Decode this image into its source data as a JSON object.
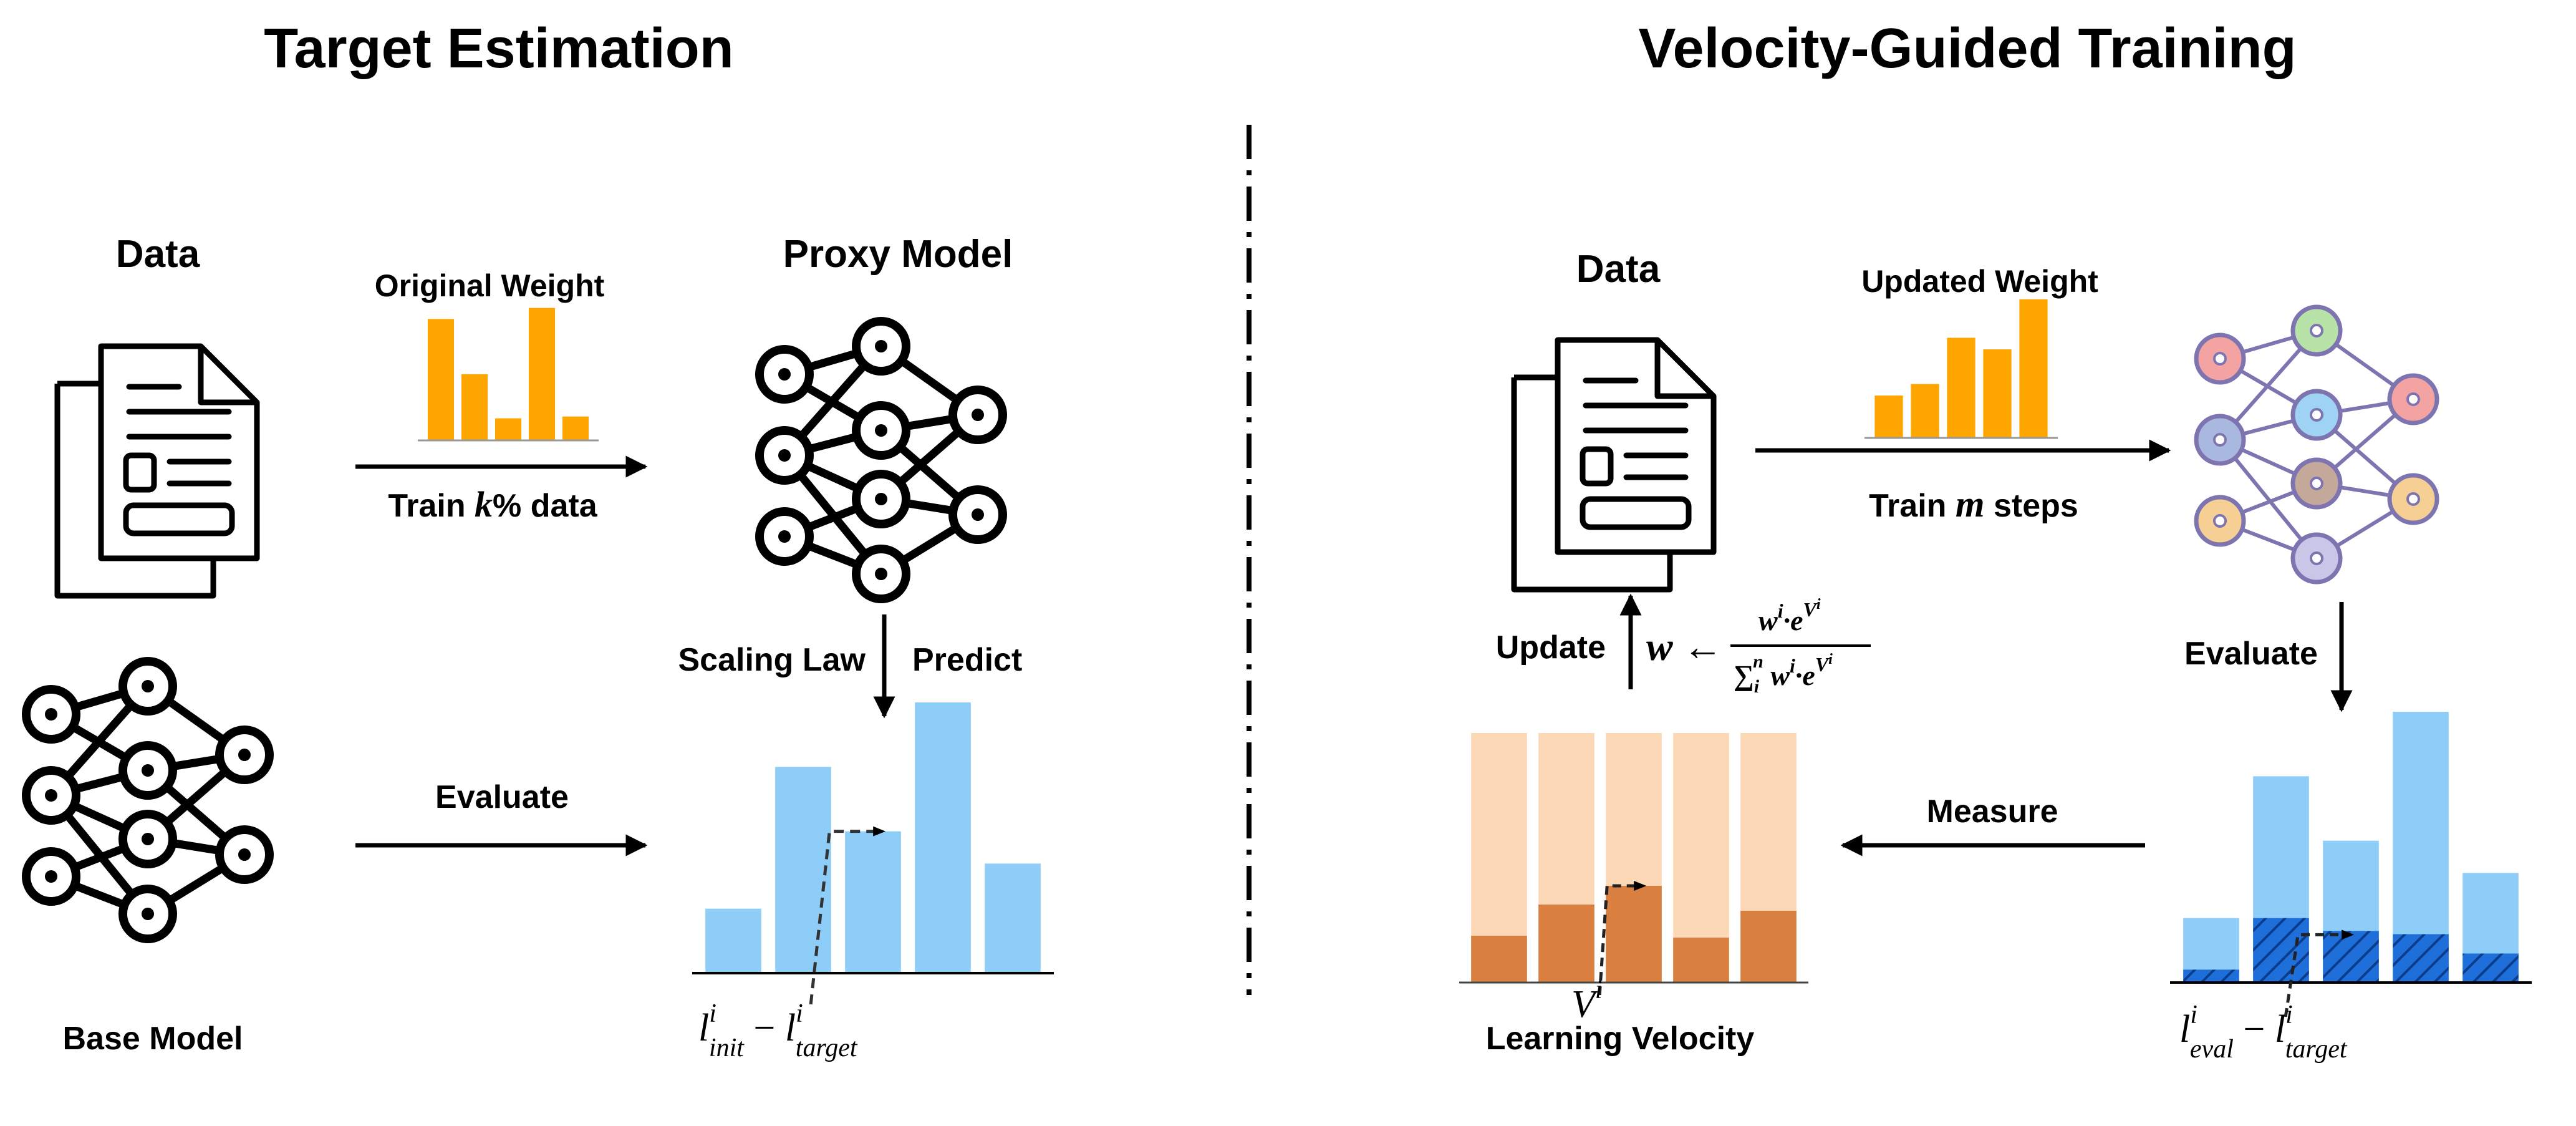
{
  "colors": {
    "orange": "#FFA500",
    "blue": "#8ECDF7",
    "blue_dark": "#1E6FD9",
    "peach": "#FCD8B7",
    "orange_dark": "#D98040",
    "black": "#000000",
    "edge_purple": "#7E74B0"
  },
  "left": {
    "title": "Target Estimation",
    "data_label": "Data",
    "proxy_label": "Proxy Model",
    "base_label": "Base Model",
    "original_weight": "Original Weight",
    "train_pre": "Train ",
    "train_k": "k",
    "train_post": "% data",
    "scaling_law": "Scaling Law",
    "predict": "Predict",
    "evaluate": "Evaluate",
    "formula": {
      "l1": "l",
      "sup1": "i",
      "sub1": "init",
      "minus": " − ",
      "l2": "l",
      "sup2": "i",
      "sub2": "target"
    }
  },
  "right": {
    "title": "Velocity-Guided Training",
    "data_label": "Data",
    "updated_weight": "Updated Weight",
    "train_pre": "Train ",
    "train_m": "m",
    "train_post": " steps",
    "update": "Update",
    "update_formula": {
      "w": "w",
      "arrow": " ←",
      "num_w": "w",
      "num_i": "i",
      "num_dot_e": "·e",
      "num_V": "V",
      "num_Vi": "i",
      "den_sum": "∑",
      "den_sub": "i",
      "den_sup": "n",
      "den_w": " w",
      "den_i": "i",
      "den_dot_e": "·e",
      "den_V": "V",
      "den_Vi": "i"
    },
    "evaluate": "Evaluate",
    "measure": "Measure",
    "velocity_label": "Learning Velocity",
    "V_sym": "V",
    "V_sup": "i",
    "formula": {
      "l1": "l",
      "sup1": "i",
      "sub1": "eval",
      "minus": " − ",
      "l2": "l",
      "sup2": "i",
      "sub2": "target"
    }
  },
  "icons": {
    "data_doc": "document-icon",
    "network": "neural-network-icon",
    "colored_network": "colored-neural-network-icon"
  },
  "chart_data": [
    {
      "type": "bar",
      "name_ref": "original-weight",
      "values": [
        3.3,
        1.8,
        0.6,
        3.6,
        0.65
      ],
      "ylim": [
        0,
        4
      ]
    },
    {
      "type": "bar",
      "name_ref": "updated-weight",
      "values": [
        1.1,
        1.4,
        2.6,
        2.3,
        3.6
      ],
      "ylim": [
        0,
        4
      ]
    },
    {
      "type": "bar",
      "name_ref": "target-loss",
      "values": [
        1.0,
        3.2,
        2.2,
        4.2,
        1.7
      ],
      "ylim": [
        0,
        4.5
      ]
    },
    {
      "type": "bar",
      "name_ref": "learning-velocity",
      "total": [
        4.0,
        4.0,
        4.0,
        4.0,
        4.0
      ],
      "values": [
        0.75,
        1.25,
        1.55,
        0.72,
        1.15
      ],
      "ylim": [
        0,
        4.2
      ]
    },
    {
      "type": "bar",
      "name_ref": "eval-loss",
      "values": [
        1.0,
        3.2,
        2.2,
        4.2,
        1.7
      ],
      "hatched": [
        0.2,
        1.0,
        0.8,
        0.75,
        0.45
      ],
      "ylim": [
        0,
        4.5
      ]
    }
  ]
}
